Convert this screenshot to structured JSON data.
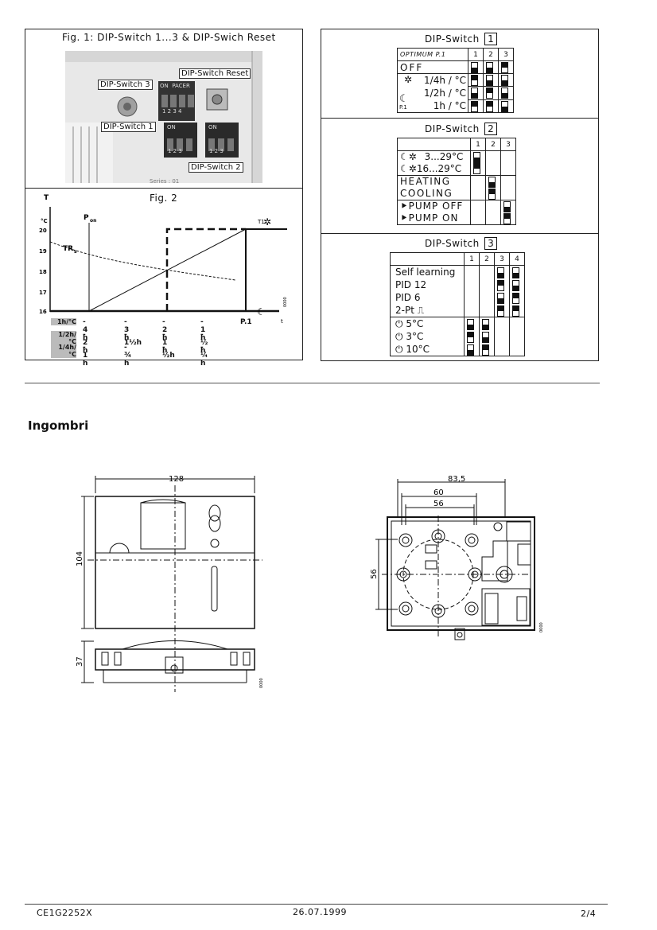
{
  "fig1": {
    "caption": "Fig. 1: DIP-Switch 1...3 & DIP-Swich Reset",
    "label_dip3": "DIP-Switch 3",
    "label_reset": "DIP-Switch Reset",
    "label_dip1": "DIP-Switch 1",
    "label_dip2": "DIP-Switch 2",
    "on_pacer": "ON  PACER",
    "on": "ON",
    "digits4": "1 2 3 4",
    "digits3": "1 2 3",
    "series": "Series : 01"
  },
  "fig2": {
    "caption": "Fig. 2",
    "t_label": "T",
    "unit": "°C",
    "pon": "P",
    "pon_sub": "on",
    "t1": "T1",
    "tr": "TR",
    "tr_sub": "s",
    "y_ticks": [
      "20",
      "19",
      "18",
      "17",
      "16"
    ],
    "x_end": "P.1",
    "t_axis": "t",
    "rows": [
      {
        "label": "1h/°C",
        "values": [
          "- 4 h",
          "- 3  h",
          "- 2 h",
          "- 1  h",
          "P.1"
        ]
      },
      {
        "label": "1/2h/°C",
        "values": [
          "- 2 h",
          "- 1½h",
          "- 1 h",
          "- ½ h",
          ""
        ]
      },
      {
        "label": "1/4h/°C",
        "values": [
          "- 1 h",
          "- ¾ h",
          "- ½h",
          "- ¼ h",
          ""
        ]
      }
    ]
  },
  "dip1": {
    "title": "DIP-Switch",
    "num": "1",
    "header_label": "OPTIMUM   P.1",
    "cols": [
      "1",
      "2",
      "3"
    ],
    "off": "OFF",
    "rates": [
      "1/4h / °C",
      "1/2h / °C",
      "1h / °C"
    ],
    "p1": "P.1"
  },
  "dip2": {
    "title": "DIP-Switch",
    "num": "2",
    "cols": [
      "1",
      "2",
      "3"
    ],
    "range1": "3...29°C",
    "range2": "16...29°C",
    "heating": "HEATING",
    "cooling": "COOLING",
    "pump_off": "PUMP OFF",
    "pump_on": "PUMP ON"
  },
  "dip3": {
    "title": "DIP-Switch",
    "num": "3",
    "cols": [
      "1",
      "2",
      "3",
      "4"
    ],
    "modes": [
      "Self learning",
      "PID 12",
      "PID 6",
      "2-Pt"
    ],
    "frost": [
      "5°C",
      "3°C",
      "10°C"
    ]
  },
  "section": {
    "heading": "Ingombri"
  },
  "dims": {
    "front_width": "128",
    "front_height": "104",
    "side_height": "37",
    "back_w1": "83,5",
    "back_w2": "60",
    "back_w3": "56",
    "back_h": "56"
  },
  "footer": {
    "doc_id": "CE1G2252X",
    "date": "26.07.1999",
    "page": "2/4"
  }
}
